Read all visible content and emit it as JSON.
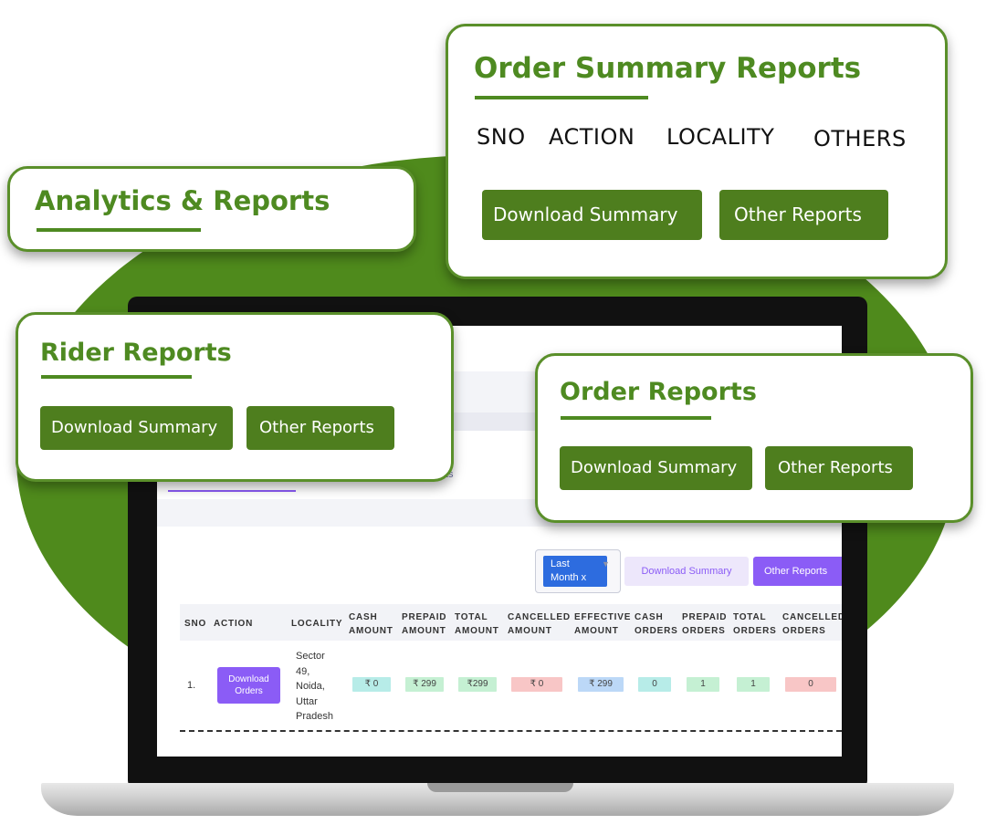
{
  "overlays": {
    "order_summary": {
      "title": "Order Summary Reports",
      "columns": [
        "SNO",
        "ACTION",
        "LOCALITY",
        "OTHERS"
      ],
      "download_label": "Download Summary",
      "other_label": "Other Reports"
    },
    "analytics": {
      "title": "Analytics & Reports"
    },
    "rider": {
      "title": "Rider Reports",
      "download_label": "Download Summary",
      "other_label": "Other Reports"
    },
    "order": {
      "title": "Order Reports",
      "download_label": "Download Summary",
      "other_label": "Other Reports"
    }
  },
  "screen": {
    "tab_fragment": "ports",
    "filter": {
      "line1": "Last",
      "line2": "Month x"
    },
    "download_summary": "Download Summary",
    "other_reports": "Other Reports",
    "table": {
      "headers": {
        "sno": "SNO",
        "action": "ACTION",
        "locality": "LOCALITY",
        "cash_amount": [
          "CASH",
          "AMOUNT"
        ],
        "prepaid_amount": [
          "PREPAID",
          "AMOUNT"
        ],
        "total_amount": [
          "TOTAL",
          "AMOUNT"
        ],
        "cancelled_amount": [
          "CANCELLED",
          "AMOUNT"
        ],
        "effective_amount": [
          "EFFECTIVE",
          "AMOUNT"
        ],
        "cash_orders": [
          "CASH",
          "ORDERS"
        ],
        "prepaid_orders": [
          "PREPAID",
          "ORDERS"
        ],
        "total_orders": [
          "TOTAL",
          "ORDERS"
        ],
        "cancelled_orders": [
          "CANCELLED",
          "ORDERS"
        ]
      },
      "row": {
        "sno": "1.",
        "action_label": [
          "Download",
          "Orders"
        ],
        "locality": [
          "Sector",
          "49,",
          "Noida,",
          "Uttar",
          "Pradesh"
        ],
        "cash_amount": "₹ 0",
        "prepaid_amount": "₹ 299",
        "total_amount": "₹299",
        "cancelled_amount": "₹ 0",
        "effective_amount": "₹ 299",
        "cash_orders": "0",
        "prepaid_orders": "1",
        "total_orders": "1",
        "cancelled_orders": "0"
      }
    }
  },
  "colors": {
    "brand_green": "#4e8a21",
    "button_green": "#4e7e1e",
    "accent_purple": "#8b5cf6",
    "pill_cyan": "#b7ece8",
    "pill_green": "#c5f0d3",
    "pill_red": "#f8c6c6",
    "pill_blue": "#bcd8f7"
  }
}
